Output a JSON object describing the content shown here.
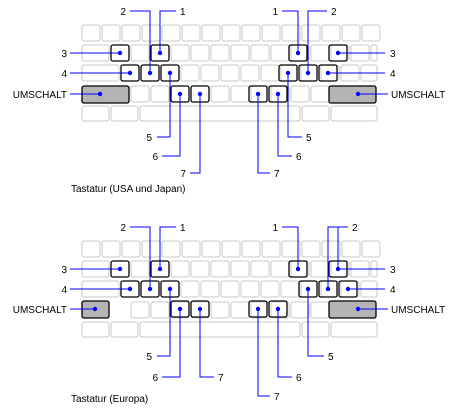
{
  "colors": {
    "key_outline": "#c8c8c8",
    "key_fill": "#ffffff",
    "highlight_outline": "#000000",
    "shift_fill": "#b4b4b4",
    "callout_line": "#0000ff",
    "callout_dot": "#0000ff"
  },
  "keyboards": [
    {
      "caption": "Tastatur (USA und Japan)",
      "shift_left_label": "UMSCHALT",
      "shift_right_label": "UMSCHALT",
      "callouts": {
        "left_1": "1",
        "left_2": "2",
        "left_3": "3",
        "left_4": "4",
        "left_5": "5",
        "left_6": "6",
        "left_7": "7",
        "right_1": "1",
        "right_2": "2",
        "right_3": "3",
        "right_4": "4",
        "right_5": "5",
        "right_6": "6",
        "right_7": "7"
      }
    },
    {
      "caption": "Tastatur (Europa)",
      "shift_left_label": "UMSCHALT",
      "shift_right_label": "UMSCHALT",
      "callouts": {
        "left_1": "1",
        "left_2": "2",
        "left_3": "3",
        "left_4": "4",
        "left_5": "5",
        "left_6": "6",
        "left_7": "7",
        "right_1": "1",
        "right_2": "2",
        "right_3": "3",
        "right_4": "4",
        "right_5": "5",
        "right_6": "6",
        "right_7": "7"
      }
    }
  ]
}
